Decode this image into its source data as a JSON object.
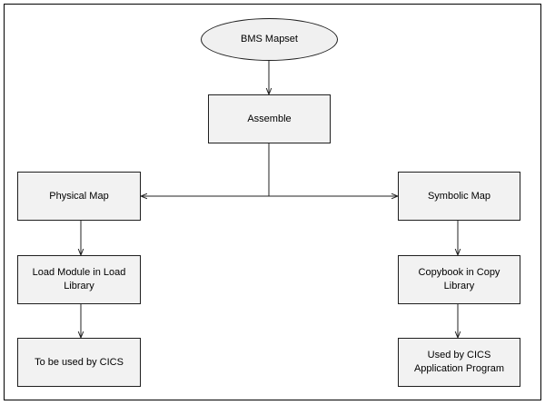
{
  "diagram": {
    "nodes": {
      "mapset": "BMS Mapset",
      "assemble": "Assemble",
      "physical": "Physical Map",
      "symbolic": "Symbolic Map",
      "load_module": "Load Module in Load\nLibrary",
      "copybook": "Copybook in Copy\nLibrary",
      "cics_left": "To be used by CICS",
      "cics_right": "Used by CICS\nApplication Program"
    },
    "edges": [
      {
        "from": "mapset",
        "to": "assemble"
      },
      {
        "from": "assemble",
        "to": "physical"
      },
      {
        "from": "assemble",
        "to": "symbolic"
      },
      {
        "from": "physical",
        "to": "load_module"
      },
      {
        "from": "load_module",
        "to": "cics_left"
      },
      {
        "from": "symbolic",
        "to": "copybook"
      },
      {
        "from": "copybook",
        "to": "cics_right"
      }
    ]
  }
}
